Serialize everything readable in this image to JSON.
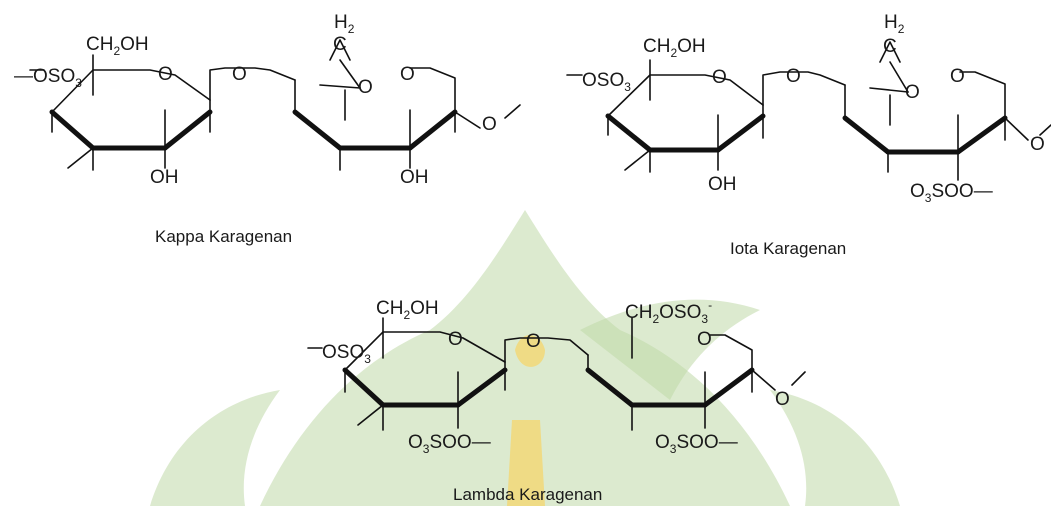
{
  "figure": {
    "captions": {
      "kappa": "Kappa Karagenan",
      "iota": "Iota Karagenan",
      "lambda": "Lambda Karagenan"
    },
    "atoms": {
      "ch2oh": "CH",
      "ch2oh_sub": "2",
      "ch2oh_tail": "OH",
      "oso3": "OSO",
      "oso3_sub": "3",
      "o": "O",
      "oh": "OH",
      "h2_h": "H",
      "h2_sub": "2",
      "c": "C",
      "o3so_o": "O",
      "o3so_sub": "3",
      "o3so_tail": "SO",
      "ch2oso3": "CH",
      "ch2oso3_sub": "2",
      "ch2oso3_tail": "OSO",
      "ch2oso3_sub2": "3",
      "minus": "-"
    },
    "watermark_color": "#bfd8a8",
    "watermark_accent": "#f2d878"
  }
}
